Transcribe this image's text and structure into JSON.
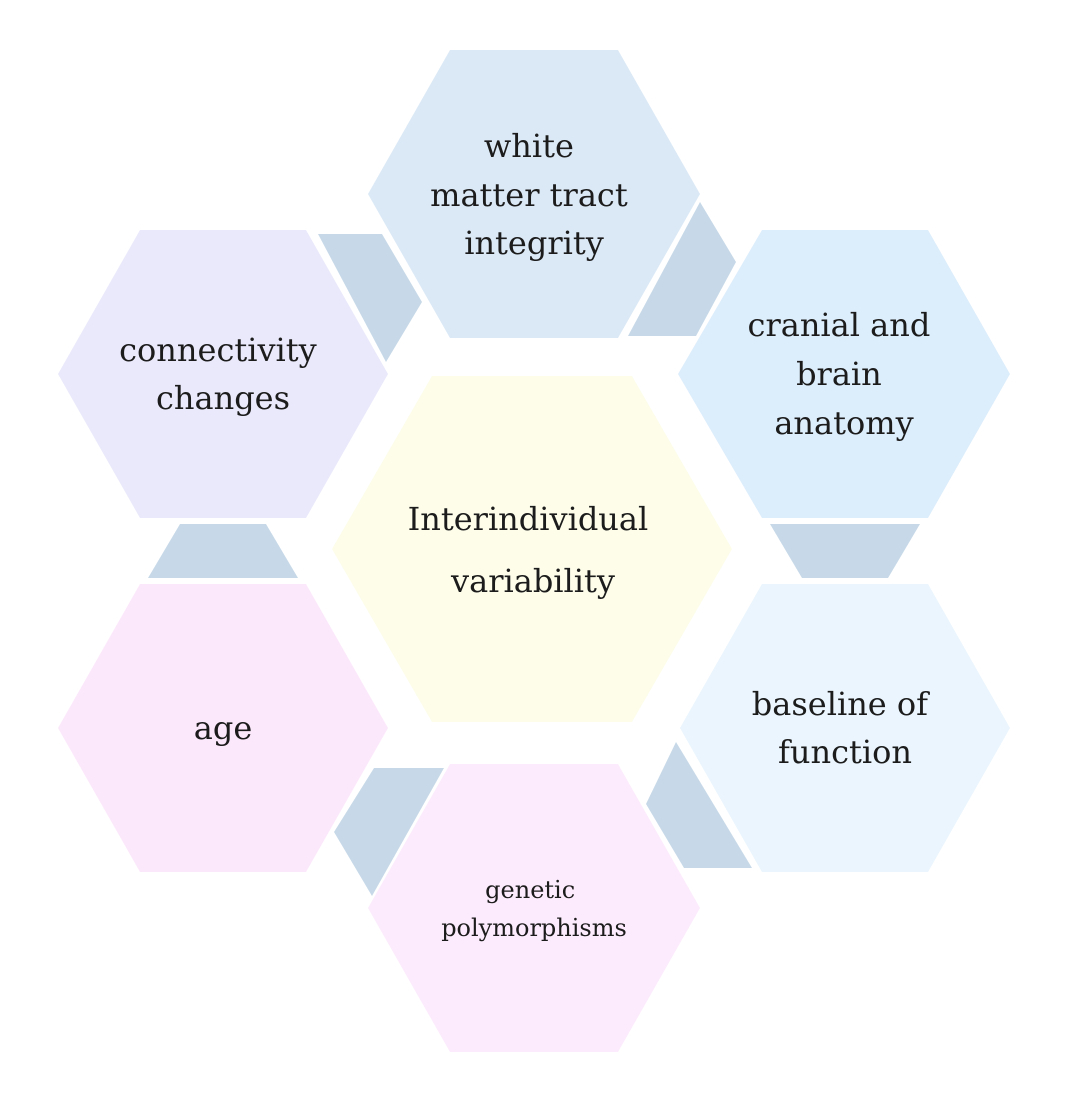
{
  "center": {
    "lines": [
      "Interindividual",
      "variability"
    ],
    "color": "#fdfdea"
  },
  "nodes": [
    {
      "id": "white-matter",
      "lines": [
        "white",
        "matter tract",
        "integrity"
      ],
      "color": "#dbe9f6"
    },
    {
      "id": "cranial-anatomy",
      "lines": [
        "cranial and",
        "brain",
        "anatomy"
      ],
      "color": "#dcedfb"
    },
    {
      "id": "baseline-function",
      "lines": [
        "baseline of",
        "function"
      ],
      "color": "#eaf5fd"
    },
    {
      "id": "genetic-polymorphisms",
      "lines": [
        "genetic",
        "polymorphisms"
      ],
      "color": "#fcebfc"
    },
    {
      "id": "age",
      "lines": [
        "age"
      ],
      "color": "#fce8fb"
    },
    {
      "id": "connectivity-changes",
      "lines": [
        "connectivity",
        "changes"
      ],
      "color": "#e9e9fb"
    }
  ],
  "connector_color": "#c7d9e8"
}
